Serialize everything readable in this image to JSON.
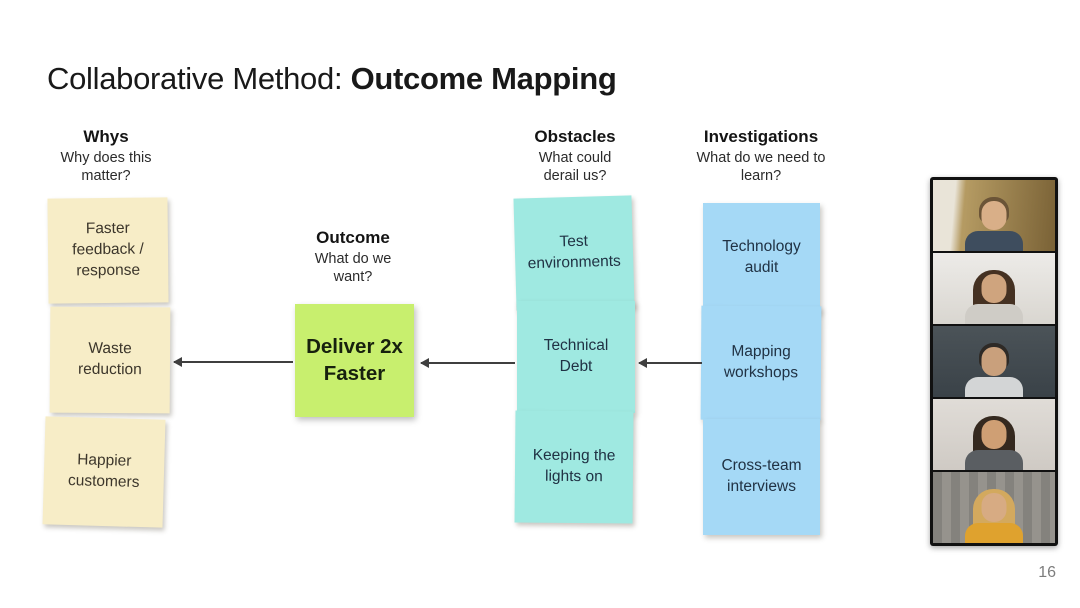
{
  "slide": {
    "title_regular": "Collaborative Method: ",
    "title_bold": "Outcome Mapping",
    "page_number": "16"
  },
  "columns": {
    "whys": {
      "header": "Whys",
      "subtitle": "Why does this matter?",
      "notes": [
        "Faster feedback / response",
        "Waste reduction",
        "Happier customers"
      ]
    },
    "outcome": {
      "header": "Outcome",
      "subtitle": "What do we want?",
      "note": "Deliver 2x Faster"
    },
    "obstacles": {
      "header": "Obstacles",
      "subtitle": "What could derail us?",
      "notes": [
        "Test environments",
        "Technical Debt",
        "Keeping the lights on"
      ]
    },
    "investigations": {
      "header": "Investigations",
      "subtitle": "What do we need to learn?",
      "notes": [
        "Technology audit",
        "Mapping workshops",
        "Cross-team interviews"
      ]
    }
  },
  "colors": {
    "note_yellow": "#f7edc7",
    "note_green": "#c8ef6e",
    "note_cyan": "#9fe9e1",
    "note_blue": "#a5d9f6",
    "text_on_yellow": "#3c362b",
    "text_on_green": "#17210e",
    "text_on_cyan": "#203244",
    "text_on_blue": "#203244",
    "arrow": "#3f3f3f",
    "title_text": "#191919",
    "page_number_text": "#7d7d7d"
  },
  "video_call": {
    "participants": [
      {
        "description": "man with short hair in warm-lit office",
        "bg": "linear-gradient(95deg,#e9e4d8 0%,#e9e4d8 18%,#b59b63 26%,#7a6236 100%)",
        "hair": "#6b5437",
        "skin": "#d9af88",
        "shirt": "#3e4d5e"
      },
      {
        "description": "woman with long dark hair and headset",
        "bg": "linear-gradient(180deg,#edebe8,#d9d6d0)",
        "hair": "#453122",
        "skin": "#cfa47e",
        "shirt": "#cfccc6"
      },
      {
        "description": "man with headset against dark backdrop",
        "bg": "linear-gradient(180deg,#4b5358,#3a4248)",
        "hair": "#2e2a26",
        "skin": "#c9a07c",
        "shirt": "#d3d5d6"
      },
      {
        "description": "smiling woman with glasses and long dark hair",
        "bg": "linear-gradient(180deg,#e0dcd7,#cfcac4)",
        "hair": "#35291f",
        "skin": "#cf9f74",
        "shirt": "#5a5e62"
      },
      {
        "description": "woman with blonde hair and glasses in front of bookshelf",
        "bg": "repeating-linear-gradient(90deg,#84827d 0 9px,#96938d 9px 18px)",
        "hair": "#d3a95e",
        "skin": "#d7ab83",
        "shirt": "#dfa22e"
      }
    ]
  }
}
